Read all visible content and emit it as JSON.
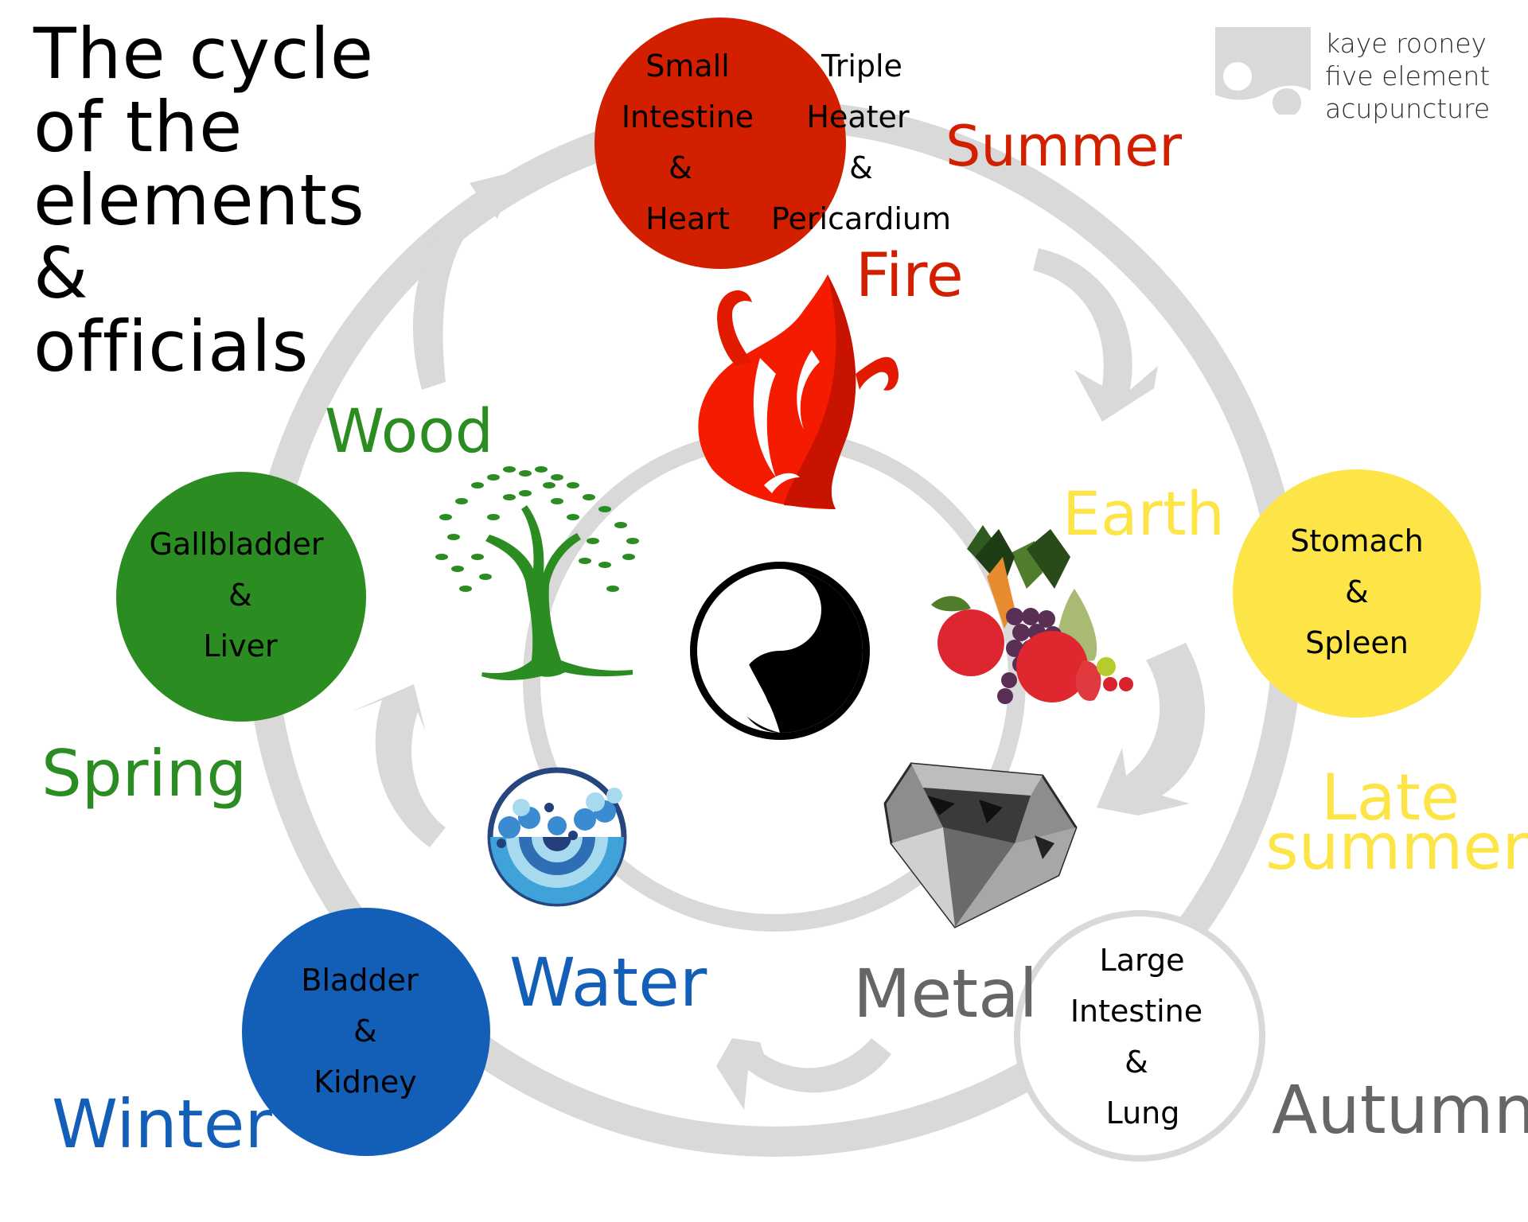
{
  "title": {
    "lines": [
      "The cycle",
      "of the",
      "elements",
      "&",
      "officials"
    ]
  },
  "brand": {
    "lines": [
      "kaye rooney",
      "five element",
      "acupuncture"
    ],
    "logo_icon": "logo-mark"
  },
  "colors": {
    "fire": "#d21f00",
    "earth": "#fde447",
    "metal_text": "#666666",
    "metal_ring": "#d9d9d9",
    "water": "#135fb8",
    "wood": "#2b8c22",
    "ring": "#d9d9d9",
    "yin_yang": "#000000"
  },
  "center": {
    "icon": "yin-yang-icon"
  },
  "elements": [
    {
      "key": "fire",
      "name": "Fire",
      "season": "Summer",
      "illustration": "flame-icon",
      "officials_left": [
        "Small",
        "Intestine",
        "&",
        "Heart"
      ],
      "officials_right": [
        "Triple",
        "Heater",
        "&",
        "Pericardium"
      ]
    },
    {
      "key": "earth",
      "name": "Earth",
      "season_lines": [
        "Late",
        "summer"
      ],
      "illustration": "fruit-vegetables-icon",
      "officials": [
        "Stomach",
        "&",
        "Spleen"
      ]
    },
    {
      "key": "metal",
      "name": "Metal",
      "season": "Autumn",
      "illustration": "diamond-icon",
      "officials": [
        "Large",
        "Intestine",
        "&",
        "Lung"
      ]
    },
    {
      "key": "water",
      "name": "Water",
      "season": "Winter",
      "illustration": "wave-icon",
      "officials": [
        "Bladder",
        "&",
        "Kidney"
      ]
    },
    {
      "key": "wood",
      "name": "Wood",
      "season": "Spring",
      "illustration": "tree-icon",
      "officials": [
        "Gallbladder",
        "&",
        "Liver"
      ]
    }
  ],
  "arrows": [
    {
      "from": "Wood",
      "to": "Fire"
    },
    {
      "from": "Fire",
      "to": "Earth"
    },
    {
      "from": "Earth",
      "to": "Metal"
    },
    {
      "from": "Metal",
      "to": "Water"
    },
    {
      "from": "Water",
      "to": "Wood"
    }
  ]
}
